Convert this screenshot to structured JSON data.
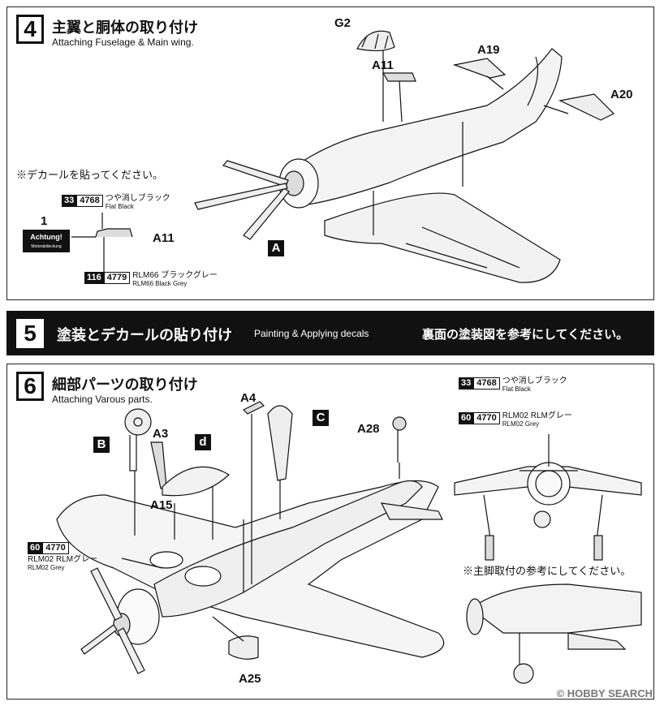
{
  "step4": {
    "number": "4",
    "title_jp": "主翼と胴体の取り付け",
    "title_en": "Attaching Fuselage & Main wing.",
    "decal_note": "※デカールを貼ってください。",
    "decal_number": "1",
    "decal_text": "Achtung! Motorabdeckung",
    "parts": {
      "g2": "G2",
      "a11_top": "A11",
      "a19": "A19",
      "a20": "A20",
      "a11_left": "A11",
      "a": "A"
    },
    "paint_1": {
      "num": "33",
      "code": "4768",
      "jp": "つや消しブラック",
      "en": "Flat Black"
    },
    "paint_2": {
      "num": "116",
      "code": "4779",
      "jp": "RLM66 ブラックグレー",
      "en": "RLM66 Black Grey"
    }
  },
  "step5": {
    "number": "5",
    "title_jp": "塗装とデカールの貼り付け",
    "title_en": "Painting & Applying decals",
    "note_jp": "裏面の塗装図を参考にしてください。"
  },
  "step6": {
    "number": "6",
    "title_jp": "細部パーツの取り付け",
    "title_en": "Attaching Varous parts.",
    "parts": {
      "a4": "A4",
      "c": "C",
      "b": "B",
      "a3": "A3",
      "d": "d",
      "a15": "A15",
      "a28": "A28",
      "a25": "A25"
    },
    "paint_1": {
      "num": "33",
      "code": "4768",
      "jp": "つや消しブラック",
      "en": "Flat Black"
    },
    "paint_2": {
      "num": "60",
      "code": "4770",
      "jp": "RLM02 RLMグレー",
      "en": "RLM02 Grey"
    },
    "paint_3": {
      "num": "60",
      "code": "4770",
      "jp": "RLM02 RLMグレー",
      "en": "RLM02 Grey"
    },
    "gear_note": "※主脚取付の参考にしてください。"
  },
  "watermark": "© HOBBY SEARCH"
}
